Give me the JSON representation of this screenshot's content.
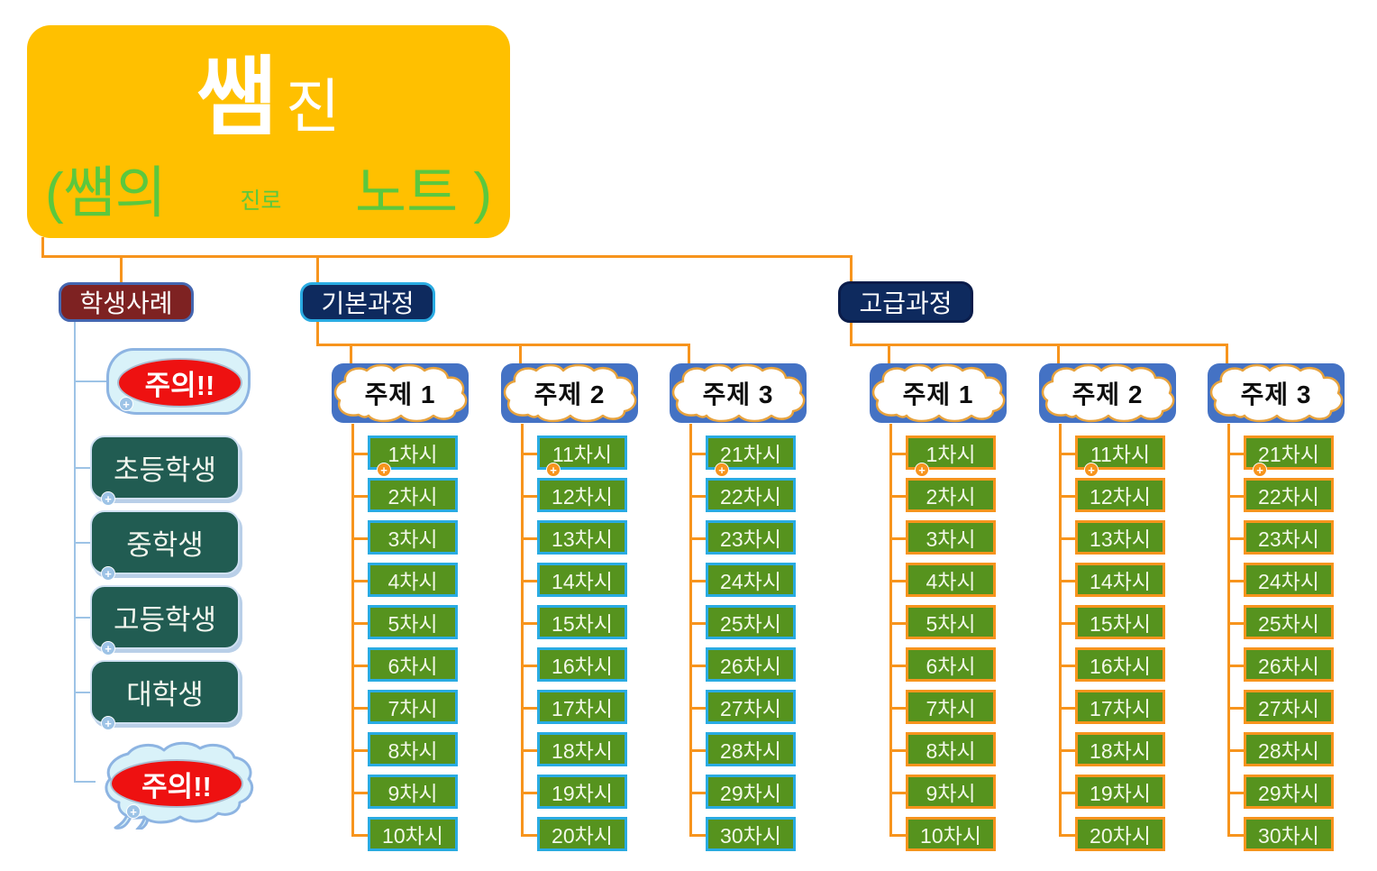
{
  "root": {
    "title_main": "쌤",
    "title_sub": "진",
    "subtitle_left": "(쌤의",
    "subtitle_small": "진로",
    "subtitle_right": "노트 )"
  },
  "level2": {
    "student_cases": "학생사례",
    "basic": "기본과정",
    "advanced": "고급과정"
  },
  "student_branch": {
    "children": [
      {
        "kind": "cloud-note",
        "name": "caution-note-top",
        "label": "주의!!"
      },
      {
        "kind": "box",
        "name": "elementary-student",
        "label": "초등학생"
      },
      {
        "kind": "box",
        "name": "middle-school-student",
        "label": "중학생"
      },
      {
        "kind": "box",
        "name": "high-school-student",
        "label": "고등학생"
      },
      {
        "kind": "box",
        "name": "university-student",
        "label": "대학생"
      },
      {
        "kind": "cloud-bubble",
        "name": "caution-note-bottom",
        "label": "주의!!"
      }
    ]
  },
  "courses": [
    {
      "name": "basic-course",
      "accent": "cyan",
      "topics": [
        {
          "label": "주제 1",
          "lessons": [
            "1차시",
            "2차시",
            "3차시",
            "4차시",
            "5차시",
            "6차시",
            "7차시",
            "8차시",
            "9차시",
            "10차시"
          ]
        },
        {
          "label": "주제 2",
          "lessons": [
            "11차시",
            "12차시",
            "13차시",
            "14차시",
            "15차시",
            "16차시",
            "17차시",
            "18차시",
            "19차시",
            "20차시"
          ]
        },
        {
          "label": "주제 3",
          "lessons": [
            "21차시",
            "22차시",
            "23차시",
            "24차시",
            "25차시",
            "26차시",
            "27차시",
            "28차시",
            "29차시",
            "30차시"
          ]
        }
      ]
    },
    {
      "name": "advanced-course",
      "accent": "orange",
      "topics": [
        {
          "label": "주제 1",
          "lessons": [
            "1차시",
            "2차시",
            "3차시",
            "4차시",
            "5차시",
            "6차시",
            "7차시",
            "8차시",
            "9차시",
            "10차시"
          ]
        },
        {
          "label": "주제 2",
          "lessons": [
            "11차시",
            "12차시",
            "13차시",
            "14차시",
            "15차시",
            "16차시",
            "17차시",
            "18차시",
            "19차시",
            "20차시"
          ]
        },
        {
          "label": "주제 3",
          "lessons": [
            "21차시",
            "22차시",
            "23차시",
            "24차시",
            "25차시",
            "26차시",
            "27차시",
            "28차시",
            "29차시",
            "30차시"
          ]
        }
      ]
    }
  ],
  "icons": {
    "expand_plus": "+"
  },
  "colors": {
    "root_fill": "#FFC000",
    "root_title": "#FFFFFF",
    "root_subtitle_green": "#5BC83E",
    "connector_orange": "#F7941D",
    "connector_blue": "#9DC3E6",
    "maroon_fill": "#7E2222",
    "maroon_border": "#4466B0",
    "navy_fill": "#0E2A5E",
    "cyan_border": "#29ABE2",
    "advanced_border": "#0A1C4A",
    "teal_fill": "#215C52",
    "teal_border": "#CFE0F2",
    "cloud_fill": "#D9F2F9",
    "cloud_border": "#8DB4E2",
    "alert_red": "#EE1111",
    "topic_blue": "#4472C4",
    "topic_cloud_stroke": "#E8A33D",
    "lesson_green": "#56931E"
  }
}
